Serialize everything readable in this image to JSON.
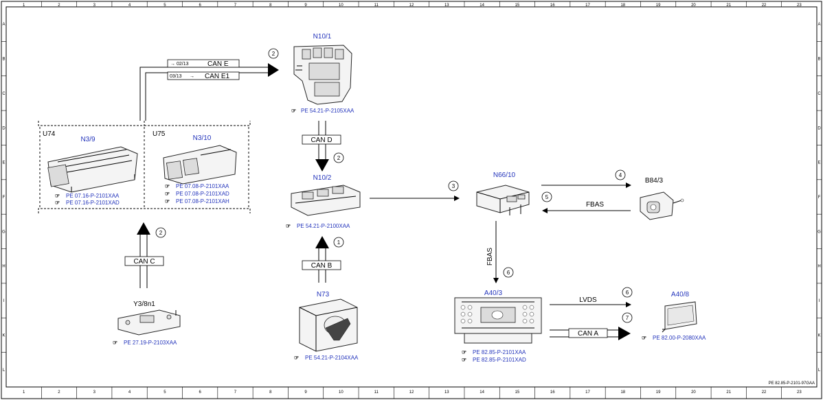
{
  "grid": {
    "columns": [
      "1",
      "2",
      "3",
      "4",
      "5",
      "6",
      "7",
      "8",
      "9",
      "10",
      "11",
      "12",
      "13",
      "14",
      "15",
      "16",
      "17",
      "18",
      "19",
      "20",
      "21",
      "22",
      "23"
    ],
    "rows": [
      "A",
      "B",
      "C",
      "D",
      "E",
      "F",
      "G",
      "H",
      "I",
      "K",
      "L"
    ]
  },
  "components": {
    "n10_1": {
      "label": "N10/1",
      "refs": [
        "PE 54.21-P-2105XAA"
      ]
    },
    "u74": {
      "variant": "U74",
      "label": "N3/9",
      "refs": [
        "PE 07.16-P-2101XAA",
        "PE 07.16-P-2101XAD"
      ]
    },
    "u75": {
      "variant": "U75",
      "label": "N3/10",
      "refs": [
        "PE 07.08-P-2101XAA",
        "PE 07.08-P-2101XAD",
        "PE 07.08-P-2101XAH"
      ]
    },
    "n10_2": {
      "label": "N10/2",
      "refs": [
        "PE 54.21-P-2100XAA"
      ]
    },
    "n66_10": {
      "label": "N66/10"
    },
    "b84_3": {
      "label": "B84/3"
    },
    "y3_8n1": {
      "label": "Y3/8n1",
      "refs": [
        "PE 27.19-P-2103XAA"
      ]
    },
    "n73": {
      "label": "N73",
      "refs": [
        "PE 54.21-P-2104XAA"
      ]
    },
    "a40_3": {
      "label": "A40/3",
      "refs": [
        "PE 82.85-P-2101XAA",
        "PE 82.85-P-2101XAD"
      ]
    },
    "a40_8": {
      "label": "A40/8",
      "refs": [
        "PE 82.00-P-2080XAA"
      ]
    }
  },
  "buses": {
    "can_e": {
      "label": "CAN E",
      "note": "02/13"
    },
    "can_e1": {
      "label": "CAN E1",
      "note": "03/13"
    },
    "can_d": "CAN D",
    "can_c": "CAN C",
    "can_b": "CAN B",
    "fbas_h": "FBAS",
    "fbas_v": "FBAS",
    "lvds": "LVDS",
    "can_a": "CAN A"
  },
  "steps": [
    "1",
    "2",
    "3",
    "4",
    "5",
    "6",
    "7"
  ],
  "doc_id": "PE 82.85-P-2101-97GAA"
}
